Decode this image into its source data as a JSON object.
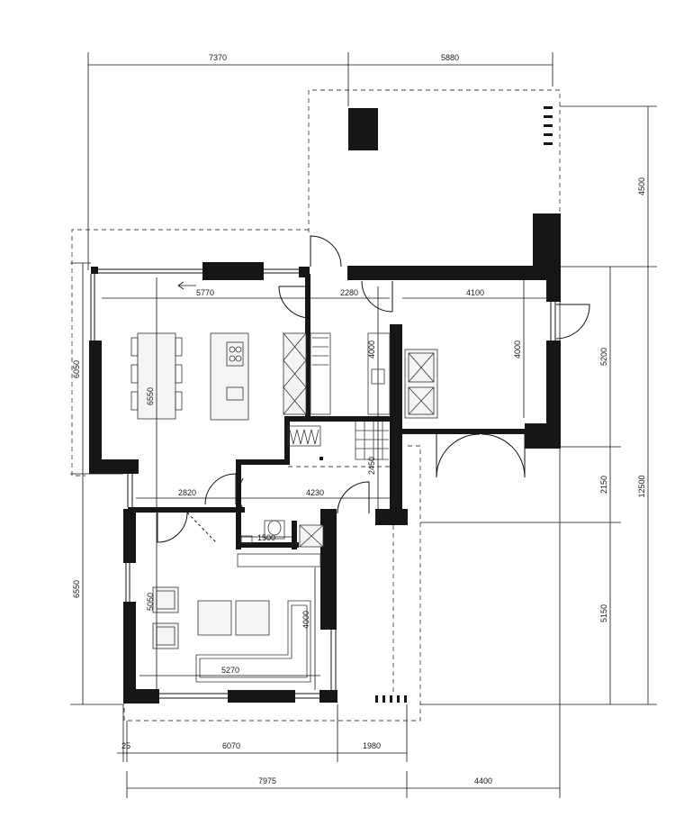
{
  "plan": {
    "top_dims": [
      "7370",
      "5880"
    ],
    "right_dims_outer": [
      "4500",
      "12500"
    ],
    "right_dims_inner": [
      "5200",
      "2150",
      "5150"
    ],
    "left_dims": [
      "6050",
      "6550"
    ],
    "bottom_dims_row1": [
      "25",
      "6070",
      "1980"
    ],
    "bottom_dims_row2": [
      "7975",
      "4400"
    ],
    "interior_dims": {
      "kitchen_width": "5770",
      "kitchen_depth": "6550",
      "utility_width": "2280",
      "utility_depth": "4000",
      "garage_width": "4100",
      "garage_depth": "4000",
      "hall_left": "2820",
      "hall_right": "4230",
      "stair_len": "2450",
      "wc_width": "1500",
      "living_depth_outer": "5050",
      "living_width": "5270",
      "living_depth_inner": "4000"
    }
  }
}
